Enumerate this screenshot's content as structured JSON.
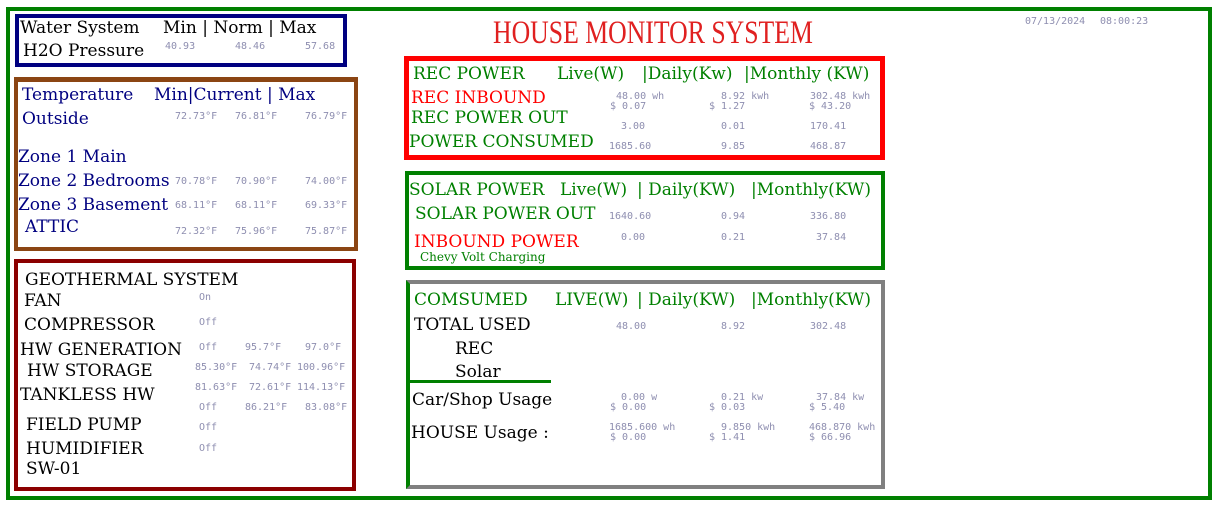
{
  "header": {
    "title": "HOUSE MONITOR SYSTEM",
    "date": "07/13/2024",
    "time": "08:00:23"
  },
  "water": {
    "title": "Water System",
    "col_headers": "Min | Norm | Max",
    "row_label": "H2O Pressure",
    "min": "40.93",
    "norm": "48.46",
    "max": "57.68"
  },
  "temperature": {
    "title": "Temperature",
    "col_headers": "Min|Current | Max",
    "rows": [
      {
        "label": "Outside",
        "min": "72.73°F",
        "current": "76.81°F",
        "max": "76.79°F"
      },
      {
        "label": "Zone 1 Main",
        "min": "",
        "current": "",
        "max": ""
      },
      {
        "label": "Zone 2 Bedrooms",
        "min": "70.78°F",
        "current": "70.90°F",
        "max": "74.00°F"
      },
      {
        "label": "Zone 3 Basement",
        "min": "68.11°F",
        "current": "68.11°F",
        "max": "69.33°F"
      },
      {
        "label": "ATTIC",
        "min": "72.32°F",
        "current": "75.96°F",
        "max": "75.87°F"
      }
    ]
  },
  "geothermal": {
    "title": "GEOTHERMAL SYSTEM",
    "rows": [
      {
        "label": "FAN",
        "c1": "On",
        "c2": "",
        "c3": ""
      },
      {
        "label": "COMPRESSOR",
        "c1": "Off",
        "c2": "",
        "c3": ""
      },
      {
        "label": "HW GENERATION",
        "c1": "Off",
        "c2": "95.7°F",
        "c3": "97.0°F"
      },
      {
        "label": "HW STORAGE",
        "c1": "85.30°F",
        "c2": "74.74°F",
        "c3": "100.96°F"
      },
      {
        "label": "TANKLESS HW",
        "c1": "81.63°F",
        "c2": "72.61°F",
        "c3": "114.13°F"
      },
      {
        "label": "",
        "c1": "Off",
        "c2": "86.21°F",
        "c3": "83.08°F"
      },
      {
        "label": "FIELD PUMP",
        "c1": "Off",
        "c2": "",
        "c3": ""
      },
      {
        "label": "HUMIDIFIER",
        "c1": "Off",
        "c2": "",
        "c3": ""
      },
      {
        "label": "SW-01",
        "c1": "",
        "c2": "",
        "c3": ""
      }
    ]
  },
  "rec_power": {
    "title": "REC POWER",
    "col_live": "Live(W)",
    "col_daily": "|Daily(Kw)",
    "col_monthly": "|Monthly (KW)",
    "inbound": {
      "label": "REC INBOUND",
      "live": "48.00 wh",
      "live_cost": "$ 0.07",
      "daily": "8.92 kwh",
      "daily_cost": "$ 1.27",
      "monthly": "302.48 kwh",
      "monthly_cost": "$ 43.20"
    },
    "out": {
      "label": "REC POWER OUT",
      "live": "3.00",
      "daily": "0.01",
      "monthly": "170.41"
    },
    "consumed": {
      "label": "POWER CONSUMED",
      "live": "1685.60",
      "daily": "9.85",
      "monthly": "468.87"
    }
  },
  "solar_power": {
    "title": "SOLAR POWER",
    "col_live": "Live(W)",
    "col_daily": "| Daily(KW)",
    "col_monthly": "|Monthly(KW)",
    "out": {
      "label": "SOLAR POWER OUT",
      "live": "1640.60",
      "daily": "0.94",
      "monthly": "336.80"
    },
    "inbound": {
      "label": "INBOUND POWER",
      "live": "0.00",
      "daily": "0.21",
      "monthly": "37.84"
    },
    "note": "Chevy Volt Charging"
  },
  "consumed": {
    "title": "COMSUMED",
    "col_live": "LIVE(W)",
    "col_daily": "| Daily(KW)",
    "col_monthly": "|Monthly(KW)",
    "total": {
      "label": "TOTAL USED",
      "live": "48.00",
      "daily": "8.92",
      "monthly": "302.48"
    },
    "rec_label": "REC",
    "solar_label": "Solar",
    "car": {
      "label": "Car/Shop Usage",
      "live": "0.00 w",
      "live_cost": "$ 0.00",
      "daily": "0.21 kw",
      "daily_cost": "$ 0.03",
      "monthly": "37.84 kw",
      "monthly_cost": "$ 5.40"
    },
    "house": {
      "label": "HOUSE Usage :",
      "live": "1685.600 wh",
      "live_cost": "$ 0.00",
      "daily": "9.850 kwh",
      "daily_cost": "$ 1.41",
      "monthly": "468.870 kwh",
      "monthly_cost": "$ 66.96"
    }
  },
  "colors": {
    "outer_border": "#008000",
    "water_border": "#000080",
    "temp_border": "#8b4513",
    "geo_border": "#8b0000",
    "rec_border": "#ff0000",
    "solar_border": "#008000",
    "consumed_border": "#808080",
    "value_text": "#8e8eb0"
  }
}
